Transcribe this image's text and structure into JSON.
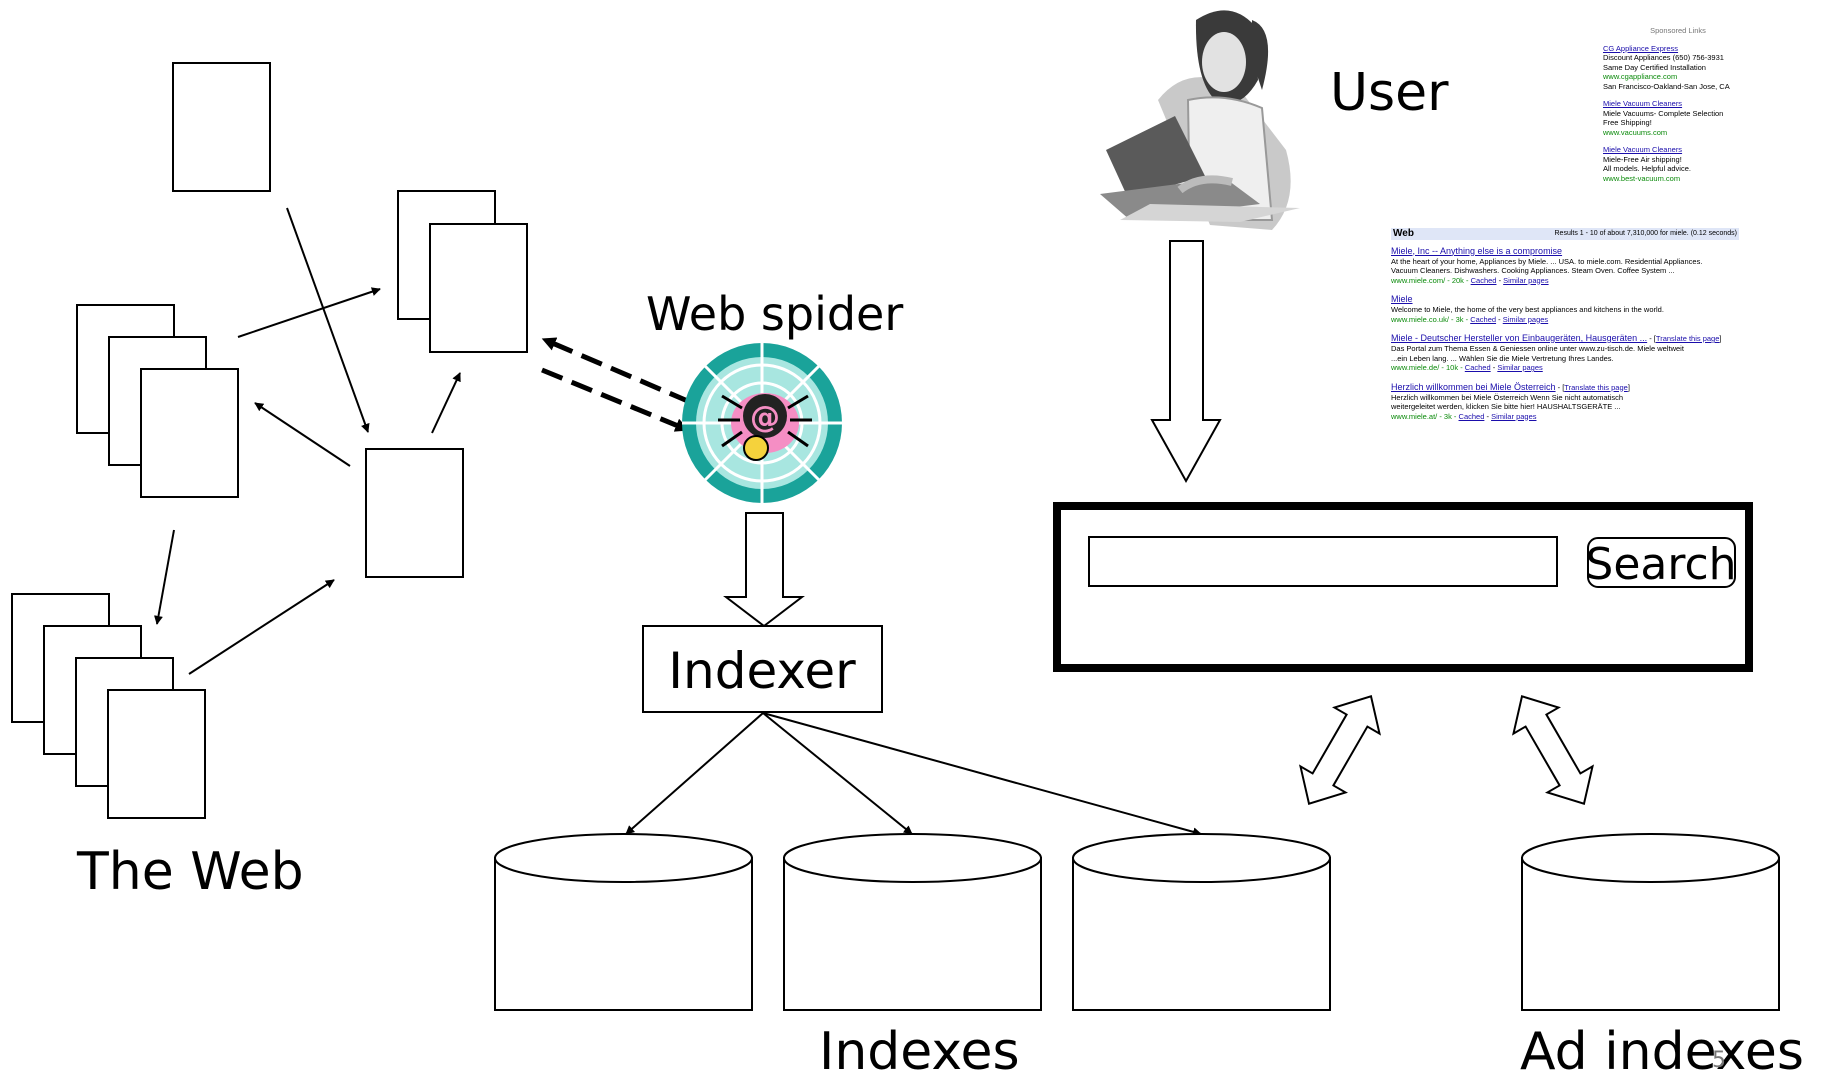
{
  "labels": {
    "the_web": "The Web",
    "web_spider": "Web spider",
    "indexer": "Indexer",
    "user": "User",
    "indexes": "Indexes",
    "ad_indexes": "Ad indexes",
    "search_button": "Search",
    "spider_glyph": "@"
  },
  "ads": {
    "title": "Sponsored Links",
    "items": [
      {
        "title": "CG Appliance Express",
        "lines": [
          "Discount Appliances (650) 756-3931",
          "Same Day Certified Installation"
        ],
        "url": "www.cgappliance.com",
        "extra": "San Francisco-Oakland-San Jose, CA"
      },
      {
        "title": "Miele Vacuum Cleaners",
        "lines": [
          "Miele Vacuums- Complete Selection",
          "Free Shipping!"
        ],
        "url": "www.vacuums.com",
        "extra": ""
      },
      {
        "title": "Miele Vacuum Cleaners",
        "lines": [
          "Miele-Free Air shipping!",
          "All models. Helpful advice."
        ],
        "url": "www.best-vacuum.com",
        "extra": ""
      }
    ]
  },
  "results": {
    "tab": "Web",
    "summary": "Results 1 - 10 of about 7,310,000 for miele. (0.12 seconds)",
    "items": [
      {
        "title": "Miele, Inc -- Anything else is a compromise",
        "lines": [
          "At the heart of your home, Appliances by Miele. ... USA. to miele.com. Residential Appliances.",
          "Vacuum Cleaners. Dishwashers. Cooking Appliances. Steam Oven. Coffee System ..."
        ],
        "url": "www.miele.com/ - 20k -",
        "cached": "Cached",
        "similar": "Similar pages",
        "translate": ""
      },
      {
        "title": "Miele",
        "lines": [
          "Welcome to Miele, the home of the very best appliances and kitchens in the world."
        ],
        "url": "www.miele.co.uk/ - 3k -",
        "cached": "Cached",
        "similar": "Similar pages",
        "translate": ""
      },
      {
        "title": "Miele - Deutscher Hersteller von Einbaugeräten, Hausgeräten ...",
        "lines": [
          "Das Portal zum Thema Essen & Geniessen online unter www.zu-tisch.de. Miele weltweit",
          "...ein Leben lang. ... Wählen Sie die Miele Vertretung Ihres Landes."
        ],
        "url": "www.miele.de/ - 10k -",
        "cached": "Cached",
        "similar": "Similar pages",
        "translate": "Translate this page"
      },
      {
        "title": "Herzlich willkommen bei Miele Österreich",
        "lines": [
          "Herzlich willkommen bei Miele Österreich Wenn Sie nicht automatisch",
          "weitergeleitet werden, klicken Sie bitte hier! HAUSHALTSGERÄTE ..."
        ],
        "url": "www.miele.at/ - 3k -",
        "cached": "Cached",
        "similar": "Similar pages",
        "translate": "Translate this page"
      }
    ]
  },
  "page_number": "5"
}
